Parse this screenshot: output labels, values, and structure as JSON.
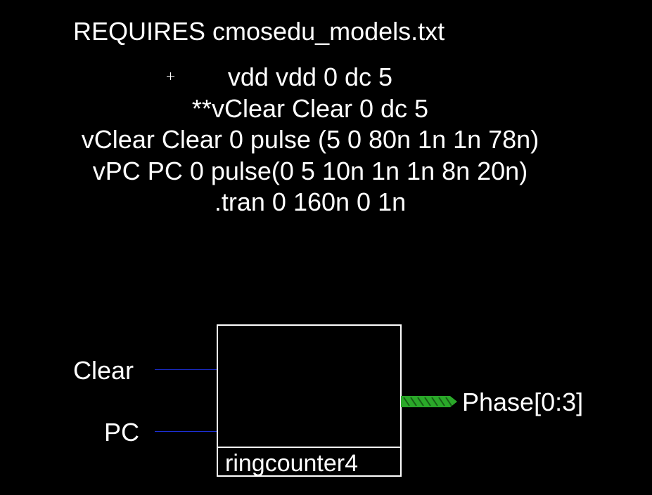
{
  "directives": {
    "requires": "REQUIRES cmosedu_models.txt",
    "lines": [
      "vdd vdd 0 dc 5",
      "**vClear Clear 0 dc 5",
      "vClear Clear 0 pulse (5 0 80n 1n 1n 78n)",
      "vPC PC 0 pulse(0 5 10n 1n 1n 8n 20n)",
      ".tran 0 160n 0 1n"
    ]
  },
  "symbol": {
    "name": "ringcounter4",
    "inputs": [
      "Clear",
      "PC"
    ],
    "output": "Phase[0:3]"
  },
  "colors": {
    "background": "#000000",
    "text": "#ffffff",
    "wire": "#1c2fd6",
    "bus": "#2aa829"
  }
}
